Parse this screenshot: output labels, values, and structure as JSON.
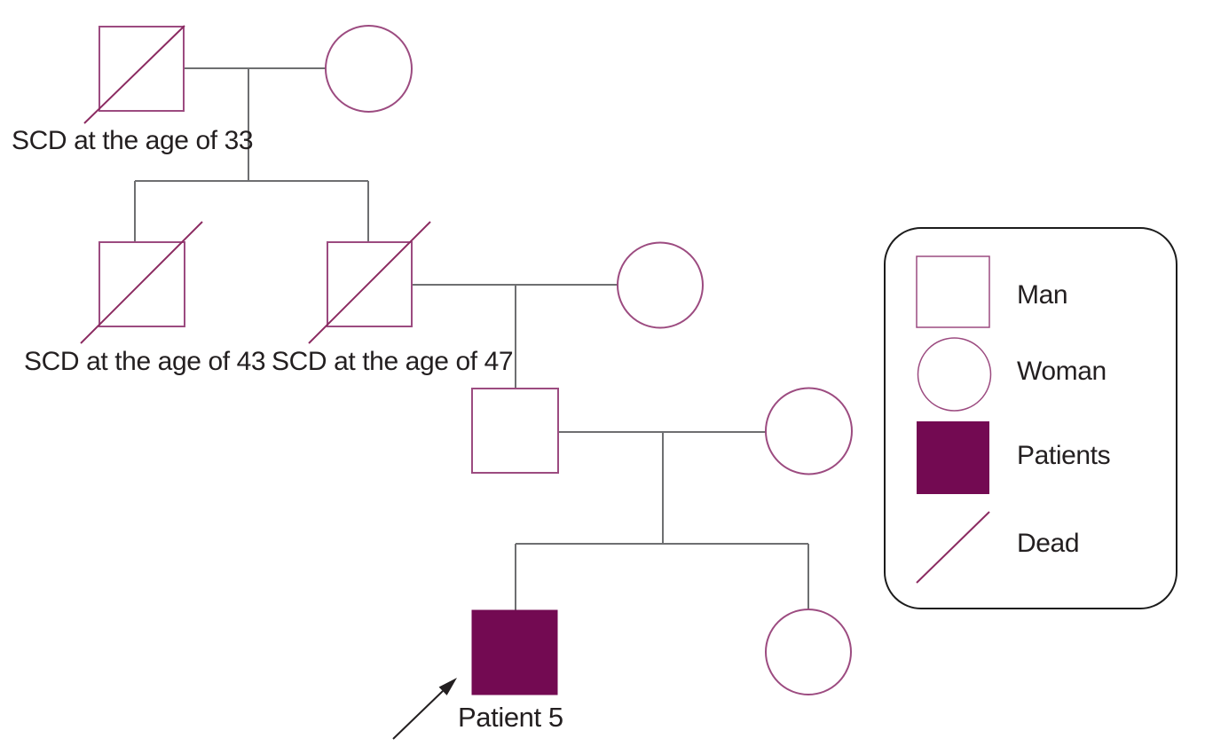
{
  "figure": {
    "type": "family-pedigree-diagram",
    "background": "#ffffff"
  },
  "pedigree": {
    "labels": {
      "scd33": "SCD at the age of 33",
      "scd43": "SCD at the age of 43",
      "scd47": "SCD at the age of 47",
      "patient5": "Patient 5"
    },
    "generations": [
      {
        "generation": 1,
        "members": [
          {
            "id": "I-1",
            "sex": "male",
            "dead": true,
            "note": "SCD at the age of 33"
          },
          {
            "id": "I-2",
            "sex": "female",
            "dead": false,
            "spouse_of": "I-1"
          }
        ]
      },
      {
        "generation": 2,
        "members": [
          {
            "id": "II-1",
            "sex": "male",
            "dead": true,
            "note": "SCD at the age of 43",
            "child_of": "I-1 x I-2"
          },
          {
            "id": "II-2",
            "sex": "male",
            "dead": true,
            "note": "SCD at the age of 47",
            "child_of": "I-1 x I-2"
          },
          {
            "id": "II-3",
            "sex": "female",
            "dead": false,
            "spouse_of": "II-2"
          }
        ]
      },
      {
        "generation": 3,
        "members": [
          {
            "id": "III-1",
            "sex": "male",
            "dead": false,
            "child_of": "II-2 x II-3"
          },
          {
            "id": "III-2",
            "sex": "female",
            "dead": false,
            "spouse_of": "III-1"
          }
        ]
      },
      {
        "generation": 4,
        "members": [
          {
            "id": "IV-1",
            "sex": "male",
            "dead": false,
            "affected": true,
            "note": "Patient 5",
            "proband": true,
            "child_of": "III-1 x III-2"
          },
          {
            "id": "IV-2",
            "sex": "female",
            "dead": false,
            "child_of": "III-1 x III-2"
          }
        ]
      }
    ]
  },
  "legend": {
    "items": [
      {
        "symbol": "man-outline-square",
        "label": "Man"
      },
      {
        "symbol": "woman-outline-circle",
        "label": "Woman"
      },
      {
        "symbol": "patients-filled-square",
        "label": "Patients"
      },
      {
        "symbol": "dead-diagonal-slash",
        "label": "Dead"
      }
    ]
  },
  "colors": {
    "shape_outline": "#9c4b80",
    "dead_slash": "#8b2b61",
    "patient_fill": "#730a52",
    "connector_line": "#6e6f71",
    "arrow": "#231f20",
    "text": "#231f20",
    "legend_border": "#1c1c1c"
  }
}
